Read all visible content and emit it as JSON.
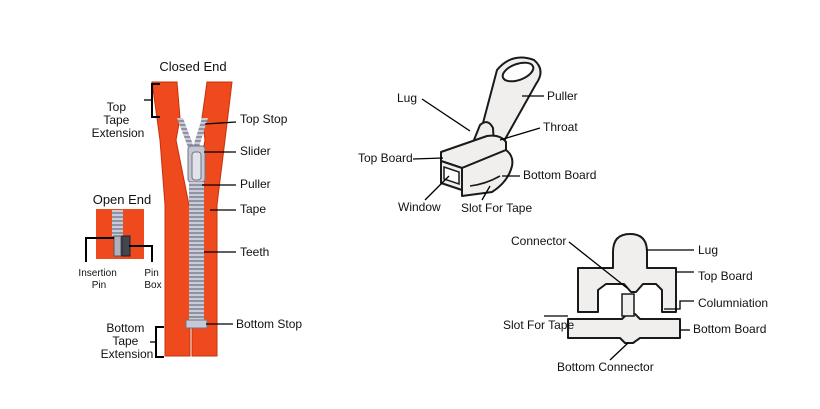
{
  "zipper": {
    "closed_end": "Closed End",
    "top_tape_extension": [
      "Top",
      "Tape",
      "Extension"
    ],
    "top_stop": "Top Stop",
    "slider": "Slider",
    "puller": "Puller",
    "tape": "Tape",
    "teeth": "Teeth",
    "bottom_stop": "Bottom Stop",
    "bottom_tape_extension": [
      "Bottom",
      "Tape",
      "Extension"
    ],
    "open_end": "Open End",
    "insertion_pin": [
      "Insertion",
      "Pin"
    ],
    "pin_box": [
      "Pin",
      "Box"
    ]
  },
  "slider_view": {
    "lug": "Lug",
    "puller": "Puller",
    "throat": "Throat",
    "top_board": "Top Board",
    "bottom_board": "Bottom Board",
    "window": "Window",
    "slot_for_tape": "Slot For Tape"
  },
  "section_view": {
    "connector": "Connector",
    "lug": "Lug",
    "top_board": "Top Board",
    "columniation": "Columniation",
    "slot_for_tape": "Slot For Tape",
    "bottom_board": "Bottom Board",
    "bottom_connector": "Bottom Connector"
  },
  "colors": {
    "tape": "#ef4a1e",
    "tape_edge": "#c7300c",
    "teeth": "#b8bac8",
    "part_fill": "#f1efed"
  }
}
